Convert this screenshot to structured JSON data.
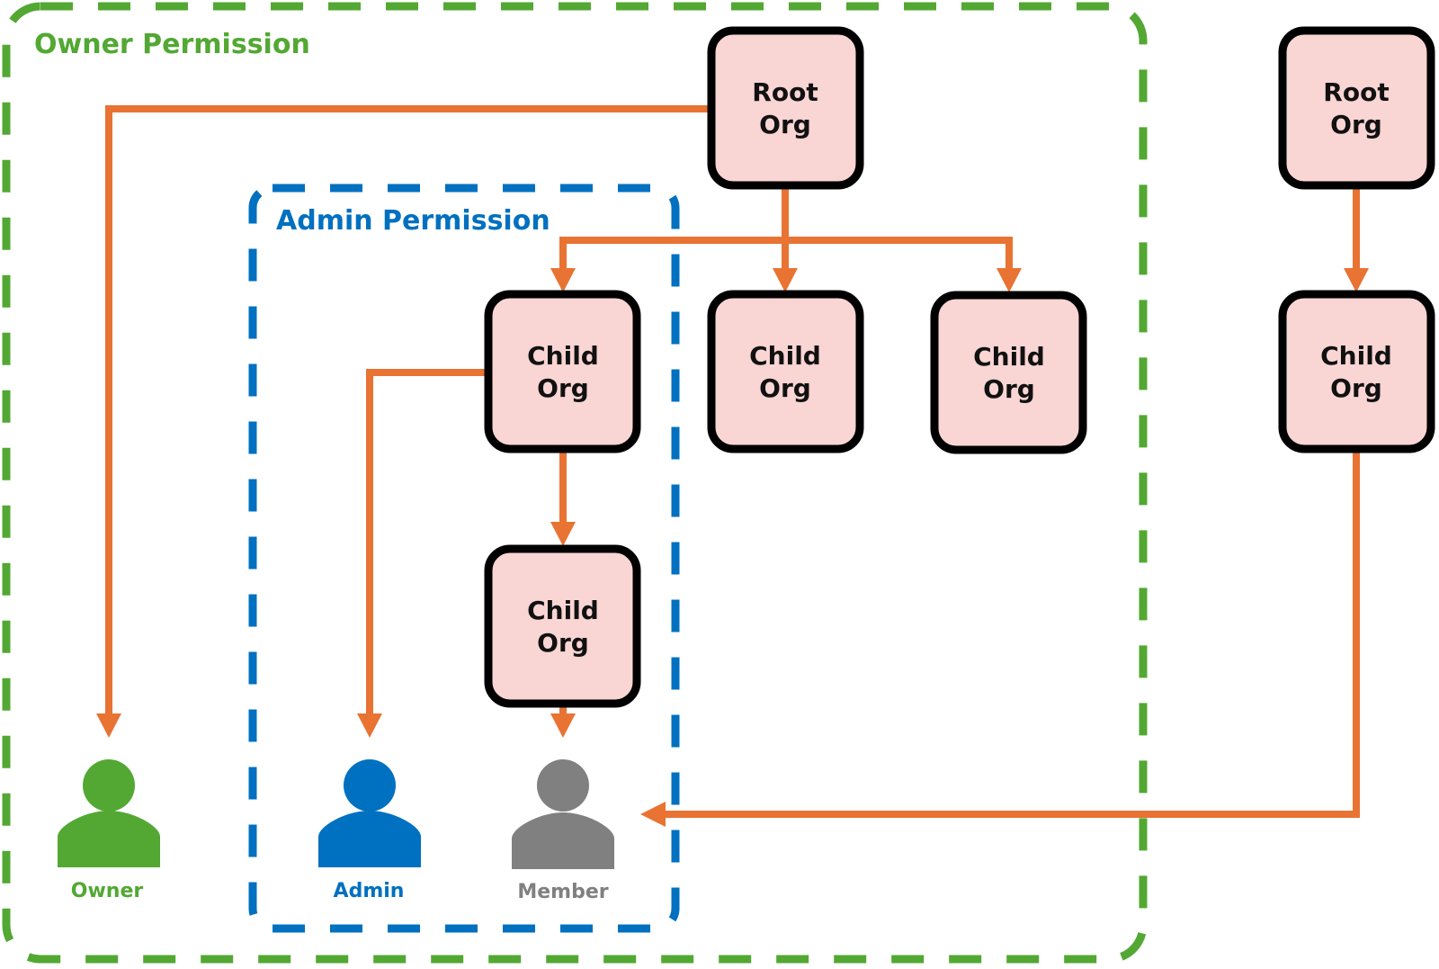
{
  "colors": {
    "owner": "#52A833",
    "admin": "#0070C0",
    "member": "#808080",
    "edge": "#E87333",
    "node_fill": "#F9D5D4",
    "node_stroke": "#000000"
  },
  "regions": {
    "owner": {
      "title": "Owner Permission"
    },
    "admin": {
      "title": "Admin Permission"
    }
  },
  "nodes": [
    {
      "id": "root1",
      "line1": "Root",
      "line2": "Org"
    },
    {
      "id": "child1",
      "line1": "Child",
      "line2": "Org"
    },
    {
      "id": "child2",
      "line1": "Child",
      "line2": "Org"
    },
    {
      "id": "child3",
      "line1": "Child",
      "line2": "Org"
    },
    {
      "id": "grandchild",
      "line1": "Child",
      "line2": "Org"
    },
    {
      "id": "root2",
      "line1": "Root",
      "line2": "Org"
    },
    {
      "id": "child4",
      "line1": "Child",
      "line2": "Org"
    }
  ],
  "roles": [
    {
      "id": "owner",
      "label": "Owner"
    },
    {
      "id": "admin",
      "label": "Admin"
    },
    {
      "id": "member",
      "label": "Member"
    }
  ],
  "edges": [
    {
      "from": "root1",
      "to": "owner"
    },
    {
      "from": "root1",
      "to": "child1"
    },
    {
      "from": "root1",
      "to": "child2"
    },
    {
      "from": "root1",
      "to": "child3"
    },
    {
      "from": "child1",
      "to": "admin"
    },
    {
      "from": "child1",
      "to": "grandchild"
    },
    {
      "from": "grandchild",
      "to": "member"
    },
    {
      "from": "root2",
      "to": "child4"
    },
    {
      "from": "child4",
      "to": "member"
    }
  ]
}
